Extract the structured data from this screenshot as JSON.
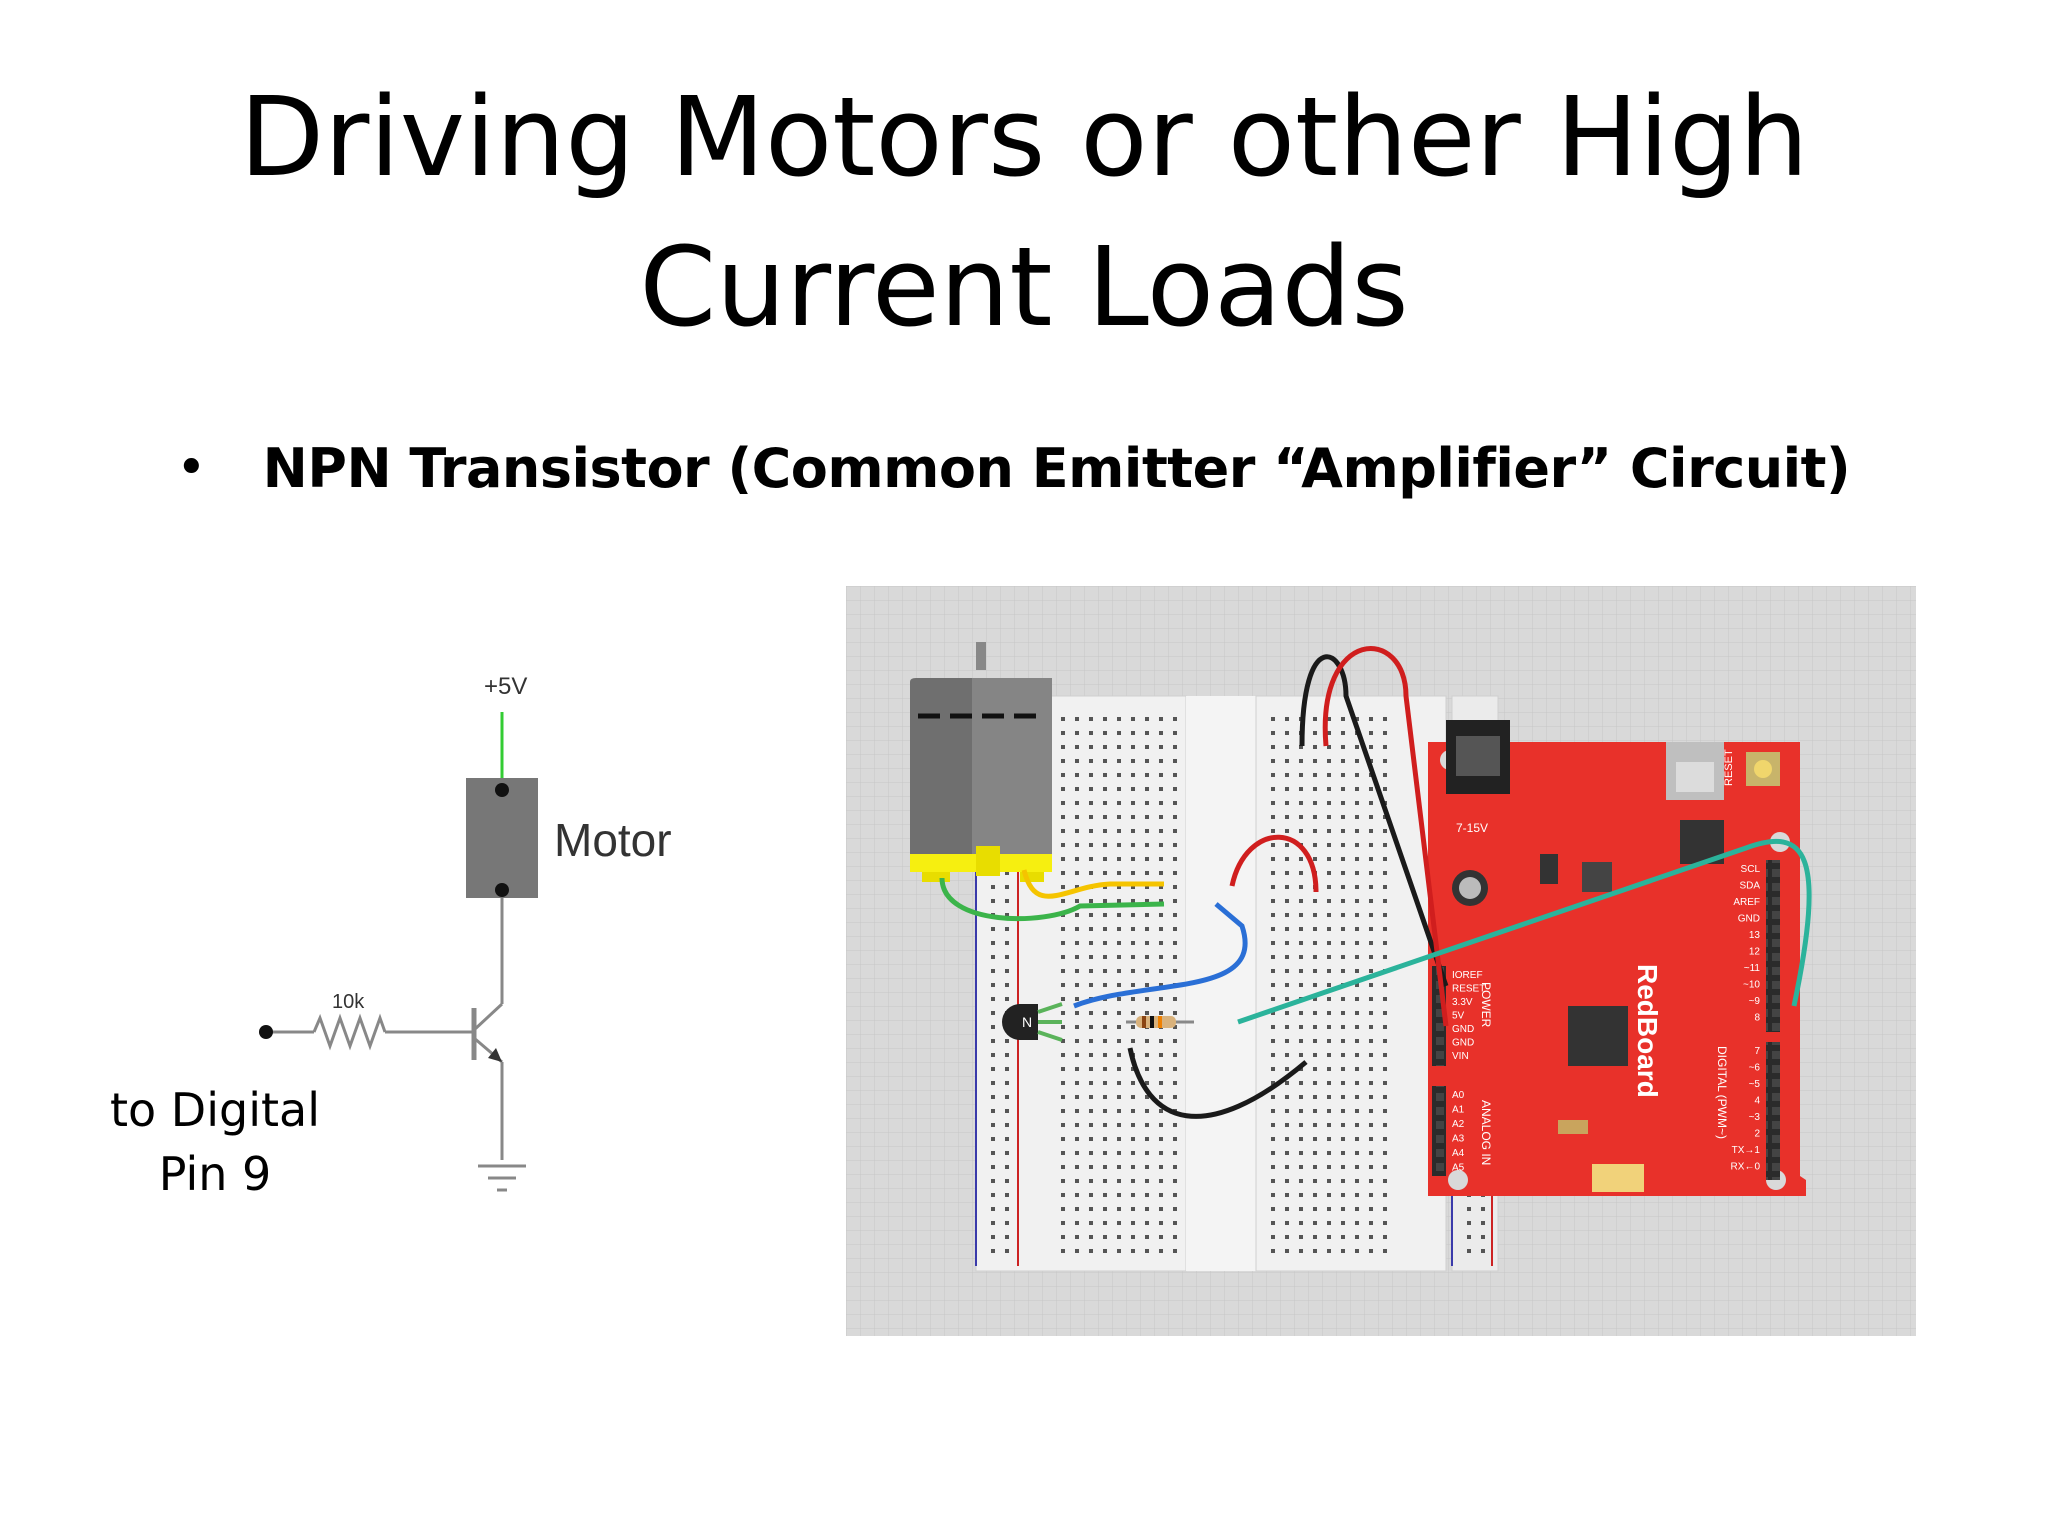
{
  "slide": {
    "title_line1": "Driving Motors or other High",
    "title_line2": "Current Loads",
    "bullet": "NPN Transistor (Common Emitter “Amplifier” Circuit)"
  },
  "schematic": {
    "supply_label": "+5V",
    "motor_label": "Motor",
    "resistor_label": "10k",
    "input_label_line1": "to Digital",
    "input_label_line2": "Pin 9"
  },
  "board": {
    "jack_label": "7-15V",
    "reset_label": "RESET",
    "brand_label": "RedBoard",
    "power_header_label": "POWER",
    "analog_header_label": "ANALOG IN",
    "digital_header_label": "DIGITAL (PWM~)",
    "transistor_marker": "N",
    "digital_pins": [
      "SCL",
      "SDA",
      "AREF",
      "GND",
      "13",
      "12",
      "~11",
      "~10",
      "~9",
      "8",
      "7",
      "~6",
      "~5",
      "4",
      "~3",
      "2",
      "TX→1",
      "RX←0"
    ],
    "power_pins": [
      "IOREF",
      "RESET",
      "3.3V",
      "5V",
      "GND",
      "GND",
      "VIN"
    ],
    "analog_pins": [
      "A0",
      "A1",
      "A2",
      "A3",
      "A4",
      "A5"
    ]
  },
  "colors": {
    "board_red": "#e8312a",
    "wire_red": "#d01e1e",
    "wire_black": "#1a1a1a",
    "wire_green": "#3bb44a",
    "wire_yellow": "#f5c400",
    "wire_blue": "#2a6fd6",
    "wire_teal": "#2bb39b",
    "supply_green": "#33cc33"
  }
}
